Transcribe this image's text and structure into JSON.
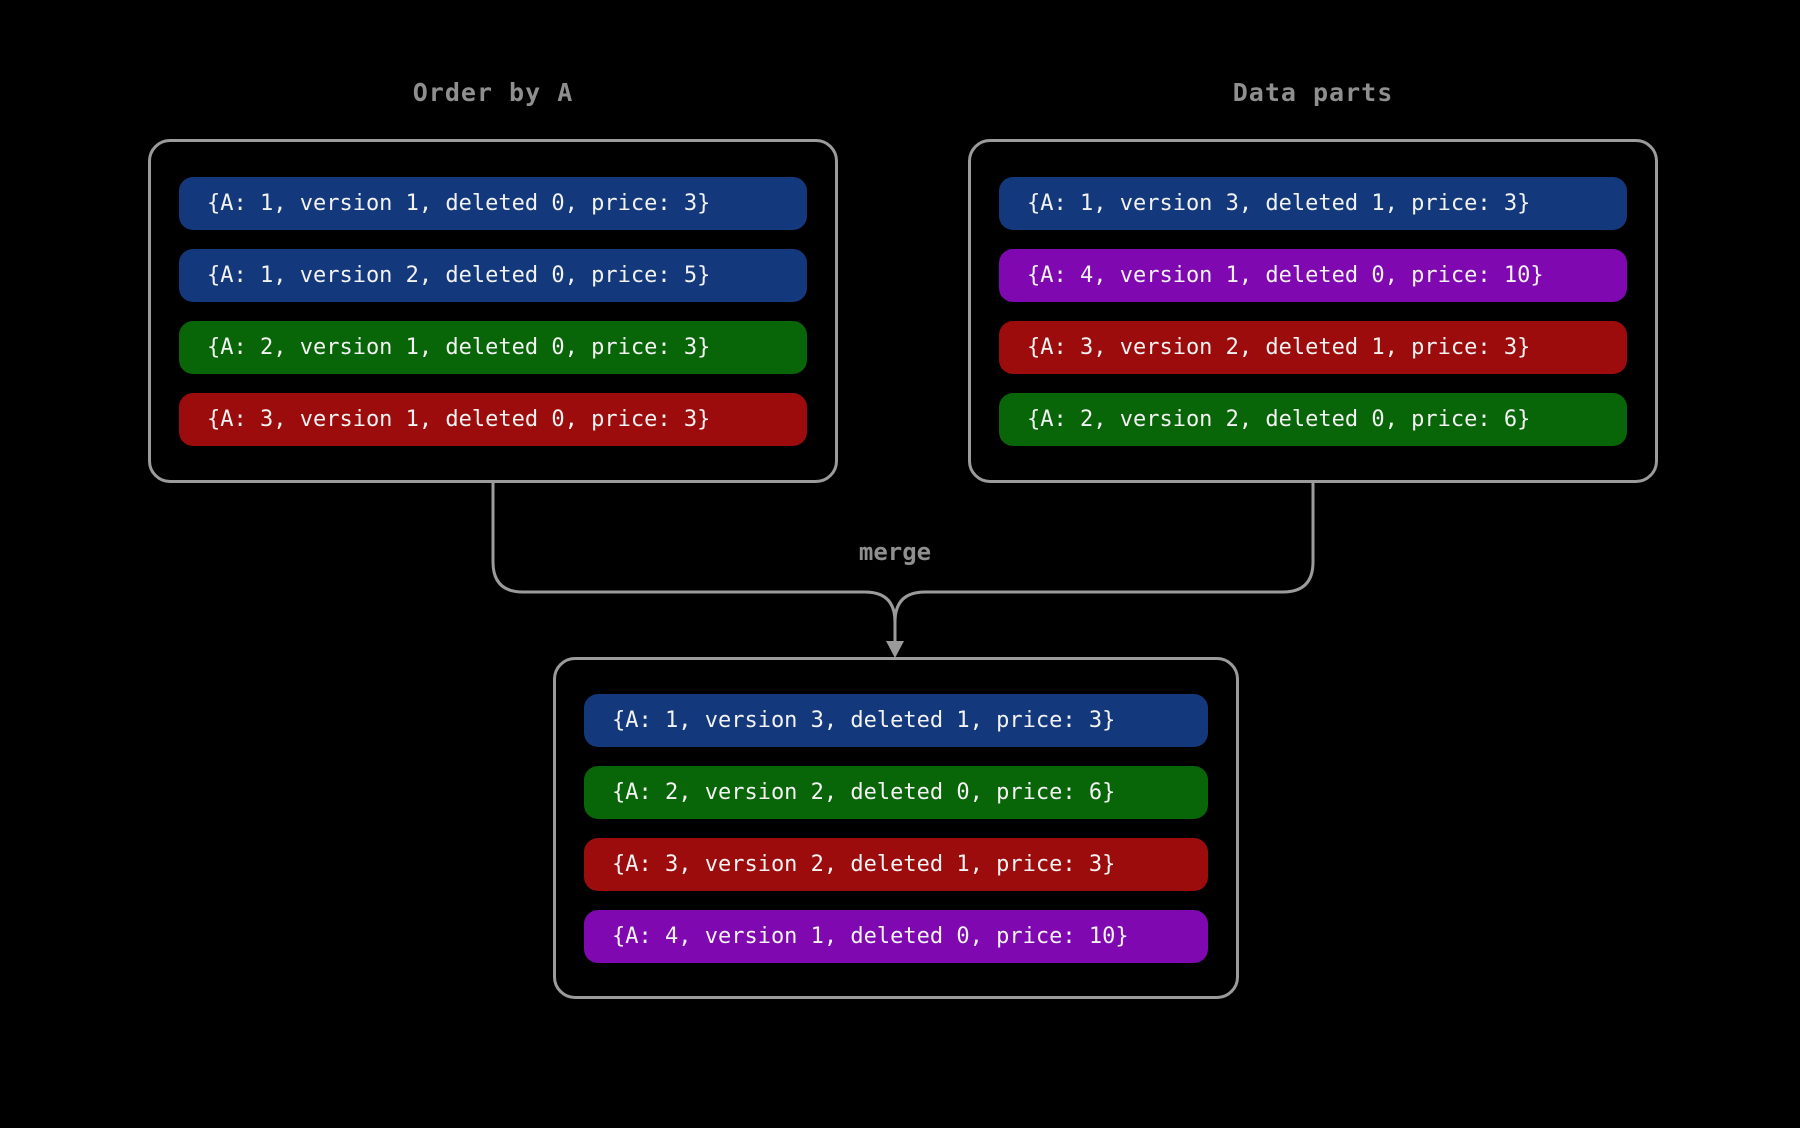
{
  "colors": {
    "background": "#000000",
    "border": "#9b9b9b",
    "connector": "#9b9b9b",
    "title_text": "#8f8f8f",
    "row_text": "#f2f2f2",
    "blue": "#14387c",
    "green": "#086508",
    "red": "#9d0c0c",
    "purple": "#7f08b0"
  },
  "left_panel": {
    "title": "Order by A",
    "rows": [
      {
        "text": "{A: 1, version 1, deleted 0, price: 3}",
        "color": "blue"
      },
      {
        "text": "{A: 1, version 2, deleted 0, price: 5}",
        "color": "blue"
      },
      {
        "text": "{A: 2, version 1, deleted 0, price: 3}",
        "color": "green"
      },
      {
        "text": "{A: 3, version 1, deleted 0, price: 3}",
        "color": "red"
      }
    ]
  },
  "right_panel": {
    "title": "Data parts",
    "rows": [
      {
        "text": "{A: 1, version 3, deleted 1, price: 3}",
        "color": "blue"
      },
      {
        "text": "{A: 4, version 1, deleted 0, price: 10}",
        "color": "purple"
      },
      {
        "text": "{A: 3, version 2, deleted 1, price: 3}",
        "color": "red"
      },
      {
        "text": "{A: 2, version 2, deleted 0, price: 6}",
        "color": "green"
      }
    ]
  },
  "merge_label": "merge",
  "result_panel": {
    "rows": [
      {
        "text": "{A: 1, version 3, deleted 1, price: 3}",
        "color": "blue"
      },
      {
        "text": "{A: 2, version 2, deleted 0, price: 6}",
        "color": "green"
      },
      {
        "text": "{A: 3, version 2, deleted 1, price: 3}",
        "color": "red"
      },
      {
        "text": "{A: 4, version 1, deleted 0, price: 10}",
        "color": "purple"
      }
    ]
  }
}
